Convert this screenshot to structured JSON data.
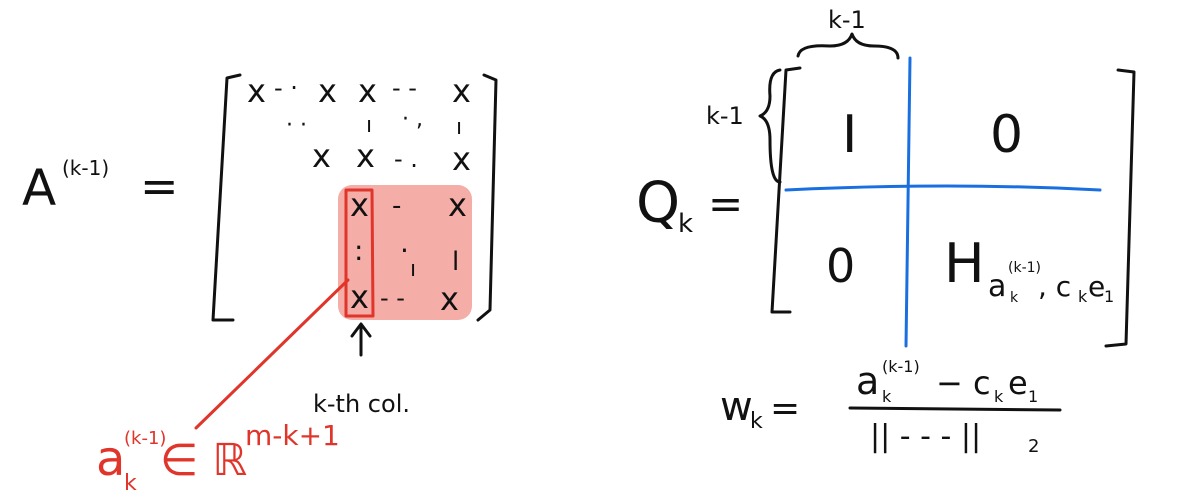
{
  "left": {
    "lhs": "A",
    "lhs_sup": "(k-1)",
    "equals": "=",
    "row1": [
      "x",
      "x",
      "x"
    ],
    "row2": [
      "x",
      "x",
      "x"
    ],
    "block_rows": [
      [
        "x",
        "-",
        "x"
      ],
      [
        ":",
        ".",
        "l"
      ],
      [
        "x",
        "- -",
        "x"
      ]
    ],
    "arrow_label": "k-th col.",
    "vec_name": "a",
    "vec_sup": "(k-1)",
    "vec_sub": "k",
    "vec_space": "∈ ℝ",
    "vec_space_sup": "m-k+1"
  },
  "right": {
    "lhs": "Q",
    "lhs_sub": "k",
    "equals": "=",
    "top_brace_label": "k-1",
    "side_brace_label": "k-1",
    "top_left": "I",
    "top_right": "0",
    "bottom_left": "0",
    "bottom_right_H": "H",
    "bottom_right_sub": "a",
    "bottom_right_sub_sup": "(k-1)",
    "bottom_right_sub_sub": "k",
    "bottom_right_sub_rest": ", c",
    "bottom_right_sub_rest_k": "k",
    "bottom_right_sub_e": "e",
    "bottom_right_sub_e1": "1",
    "w_lhs": "w",
    "w_lhs_sub": "k",
    "w_equals": "=",
    "w_num_a": "a",
    "w_num_sup": "(k-1)",
    "w_num_sub": "k",
    "w_num_rest": "− c",
    "w_num_rest_sub": "k",
    "w_num_e": "e",
    "w_num_e_sub": "1",
    "w_den": "|| - - - ||",
    "w_den_sub": "2"
  },
  "colors": {
    "ink": "#111111",
    "highlight": "#f4a9a3",
    "red": "#e0352b",
    "blue": "#1a6fe0"
  }
}
